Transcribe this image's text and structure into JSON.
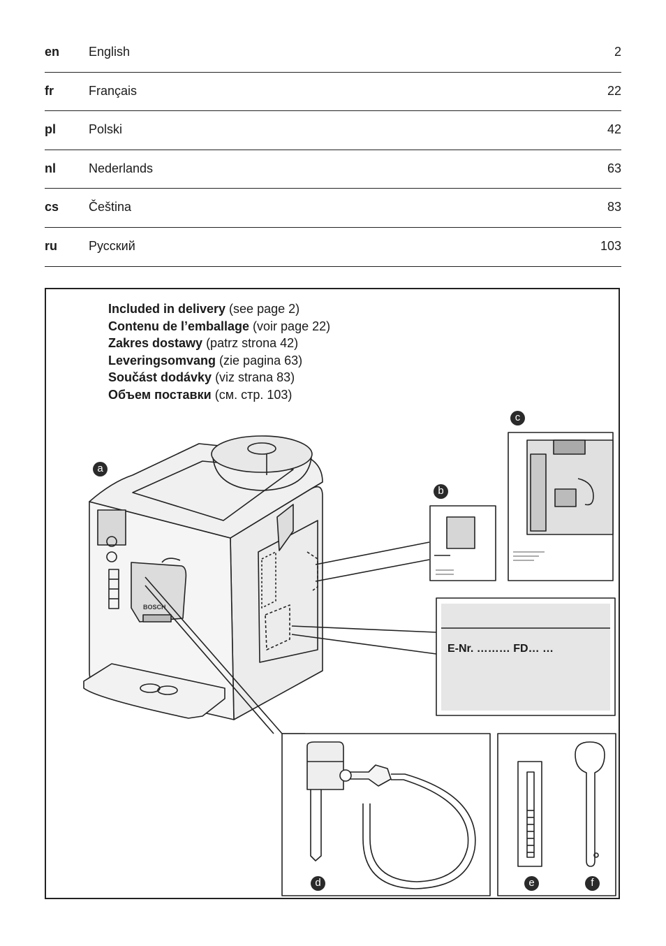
{
  "toc": [
    {
      "code": "en",
      "language": "English",
      "page": "2"
    },
    {
      "code": "fr",
      "language": "Français",
      "page": "22"
    },
    {
      "code": "pl",
      "language": "Polski",
      "page": "42"
    },
    {
      "code": "nl",
      "language": "Nederlands",
      "page": "63"
    },
    {
      "code": "cs",
      "language": "Čeština",
      "page": "83"
    },
    {
      "code": "ru",
      "language": "Русский",
      "page": "103"
    }
  ],
  "delivery": [
    {
      "bold": "Included in delivery",
      "rest": " (see page 2)"
    },
    {
      "bold": "Contenu de l’emballage",
      "rest": " (voir page 22)"
    },
    {
      "bold": "Zakres dostawy",
      "rest": " (patrz strona 42)"
    },
    {
      "bold": "Leveringsomvang",
      "rest": " (zie pagina 63)"
    },
    {
      "bold": "Součást dodávky",
      "rest": " (viz strana 83)"
    },
    {
      "bold": "Объем поставки",
      "rest": " (см. стр. 103)"
    }
  ],
  "callouts": {
    "a": "a",
    "b": "b",
    "c": "c",
    "d": "d",
    "e": "e",
    "f": "f"
  },
  "rating_plate": {
    "label": "E-Nr. ……… FD…   …"
  },
  "brand": {
    "logo_text": "BOSCH"
  }
}
